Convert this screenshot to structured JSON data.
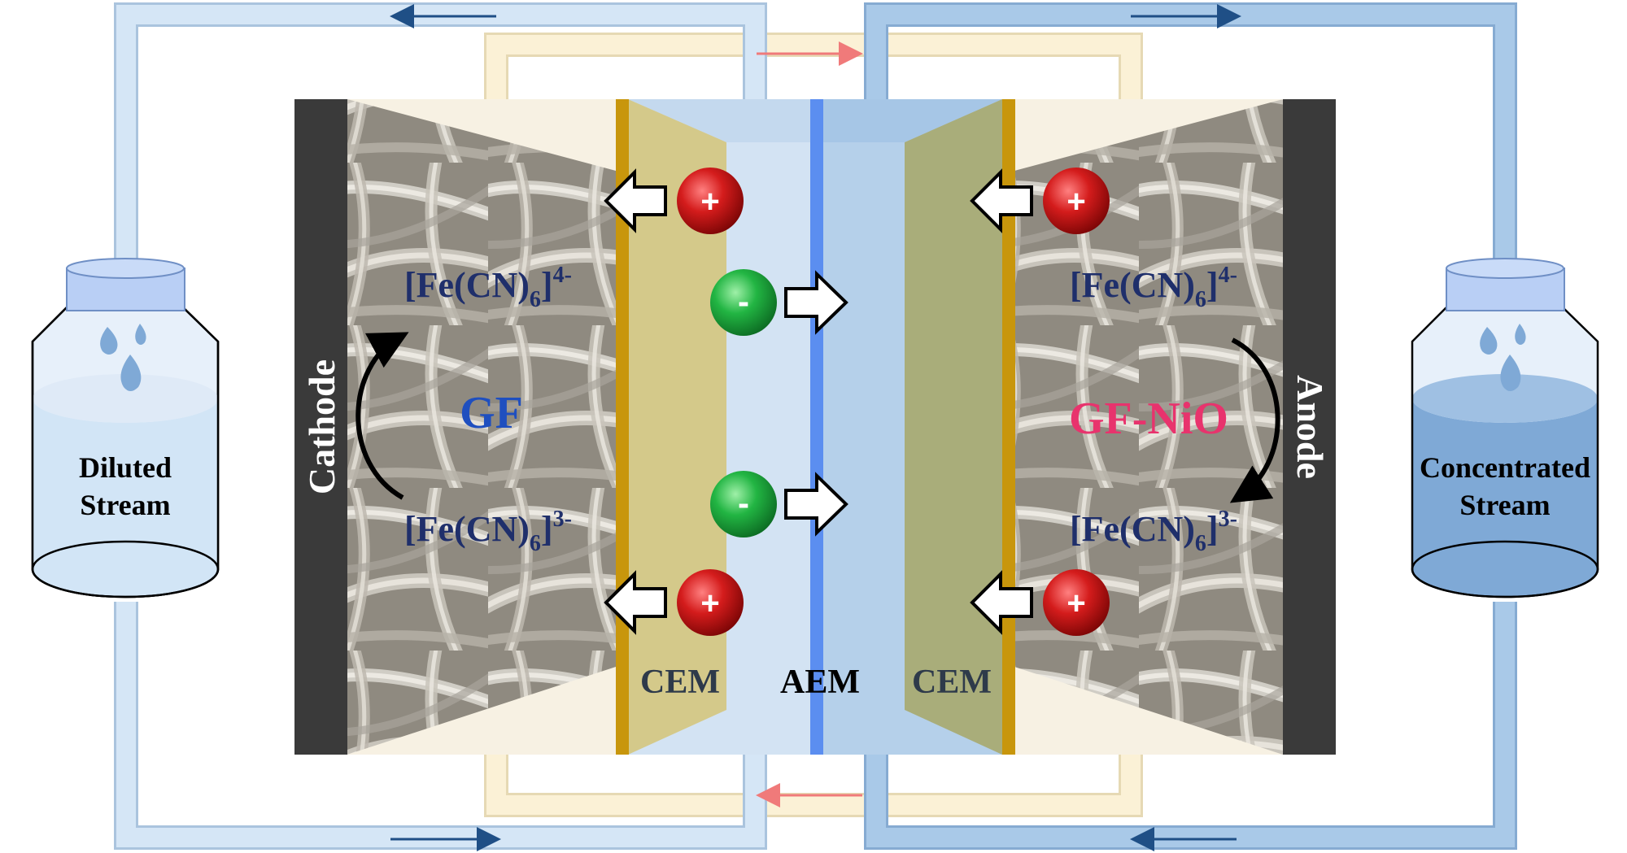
{
  "labels": {
    "cathode": "Cathode",
    "anode": "Anode",
    "gf": "GF",
    "gf_nio": "GF-NiO",
    "cem_left": "CEM",
    "aem": "AEM",
    "cem_right": "CEM",
    "ferro_left": {
      "base": "[Fe(CN)",
      "sub": "6",
      "close": "]",
      "sup": "4-"
    },
    "ferri_left": {
      "base": "[Fe(CN)",
      "sub": "6",
      "close": "]",
      "sup": "3-"
    },
    "ferro_right": {
      "base": "[Fe(CN)",
      "sub": "6",
      "close": "]",
      "sup": "4-"
    },
    "ferri_right": {
      "base": "[Fe(CN)",
      "sub": "6",
      "close": "]",
      "sup": "3-"
    },
    "diluted_line1": "Diluted",
    "diluted_line2": "Stream",
    "concentrated_line1": "Concentrated",
    "concentrated_line2": "Stream",
    "cation_sign": "+",
    "anion_sign": "-"
  },
  "colors": {
    "electrode": "#3a3a3a",
    "gf_text": "#1f4fbf",
    "gf_nio_text": "#e8336d",
    "ion_text": "#1f2f6b",
    "membrane_label": "#2e3a4a",
    "cem_face_left": "#d4c98a",
    "cem_face_right": "#a9ad7a",
    "cem_edge": "#c8960c",
    "aem": "#5b8ef0",
    "dilute_channel": "#d3e3f3",
    "conc_channel": "#b5d0ea",
    "dilute_pipe": "#d5e6f6",
    "conc_pipe": "#a9c9e8",
    "elec_pipe": "#fbf1d6",
    "cation": "#c81818",
    "anion": "#1fae3d",
    "dilute_water": "#d2e5f6",
    "conc_water": "#7fa9d6",
    "flow_arrow": "#1f4f86",
    "elec_arrow": "#f07a7a"
  }
}
